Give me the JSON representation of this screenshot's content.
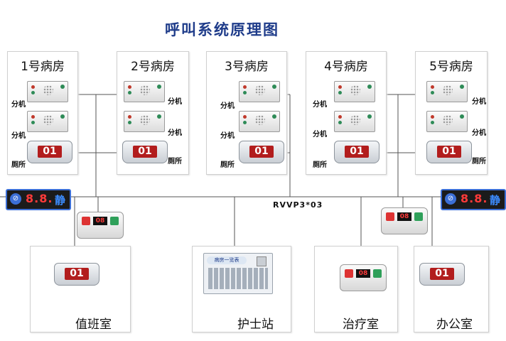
{
  "title": "呼叫系统原理图",
  "rooms": [
    {
      "name": "1号病房"
    },
    {
      "name": "2号病房"
    },
    {
      "name": "3号病房"
    },
    {
      "name": "4号病房"
    },
    {
      "name": "5号病房"
    }
  ],
  "labels": {
    "extension": "分机",
    "toilet": "厕所"
  },
  "display_number": "01",
  "sign": {
    "digits": "8.8.",
    "text": "静"
  },
  "corridor_digits": "08",
  "cable_label": "RVVP3*03",
  "console_brand": "病房一览表",
  "bottom_rooms": [
    {
      "name": "值班室"
    },
    {
      "name": "护士站"
    },
    {
      "name": "治疗室"
    },
    {
      "name": "办公室"
    }
  ],
  "colors": {
    "title": "#1f3c8a",
    "display": "#b21d1d",
    "sign_border": "#3c6fd6"
  }
}
